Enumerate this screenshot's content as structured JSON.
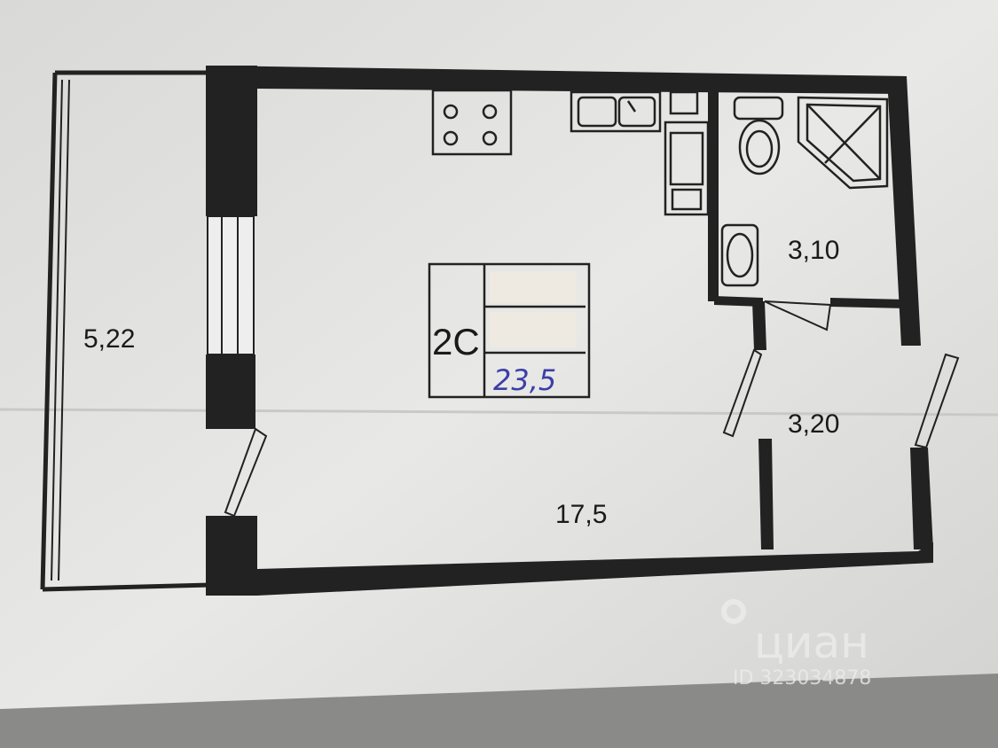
{
  "plan": {
    "balcony_area": "5,22",
    "bathroom_area": "3,10",
    "hall_area": "3,20",
    "room_area": "17,5",
    "apartment_type": "2С",
    "total_area": "23,5"
  },
  "watermark": {
    "brand": "циан",
    "id": "ID 323034878"
  },
  "colors": {
    "wall": "#222222",
    "paper": "#e6e6e4",
    "handwriting": "#3b3fa8"
  }
}
